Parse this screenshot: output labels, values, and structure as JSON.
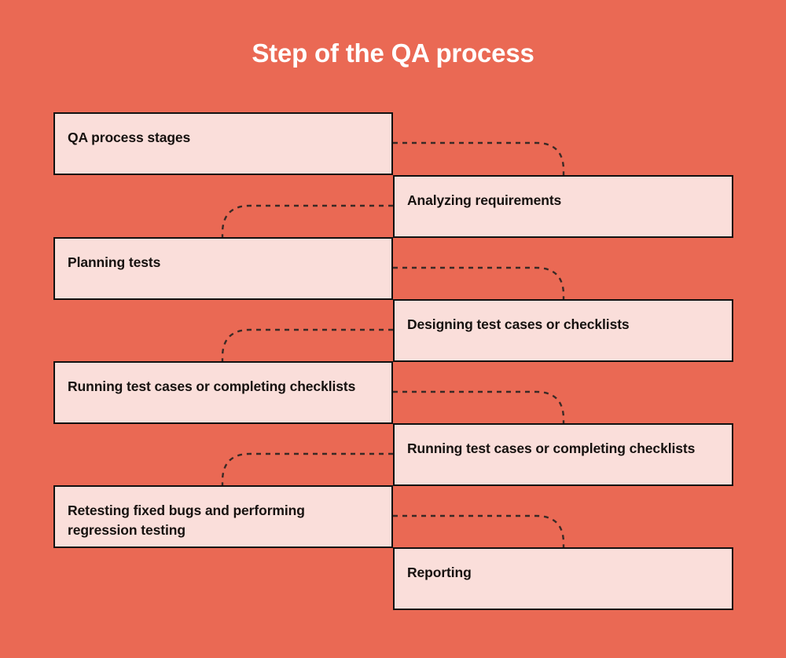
{
  "page": {
    "title": "Step of the QA process",
    "background_color": "#EA6954",
    "box_fill_color": "#FADEDA",
    "box_border_color": "#111111",
    "title_color": "#FFFFFF",
    "connector_color": "#3A2A26"
  },
  "flow": {
    "steps": [
      {
        "id": "step-1",
        "label": "QA process stages",
        "column": "left"
      },
      {
        "id": "step-2",
        "label": "Analyzing requirements",
        "column": "right"
      },
      {
        "id": "step-3",
        "label": "Planning tests",
        "column": "left"
      },
      {
        "id": "step-4",
        "label": "Designing test cases or checklists",
        "column": "right"
      },
      {
        "id": "step-5",
        "label": "Running test cases or completing checklists",
        "column": "left"
      },
      {
        "id": "step-6",
        "label": "Running test cases or completing checklists",
        "column": "right"
      },
      {
        "id": "step-7",
        "label": "Retesting fixed bugs and performing regression testing",
        "column": "left"
      },
      {
        "id": "step-8",
        "label": "Reporting",
        "column": "right"
      }
    ]
  }
}
